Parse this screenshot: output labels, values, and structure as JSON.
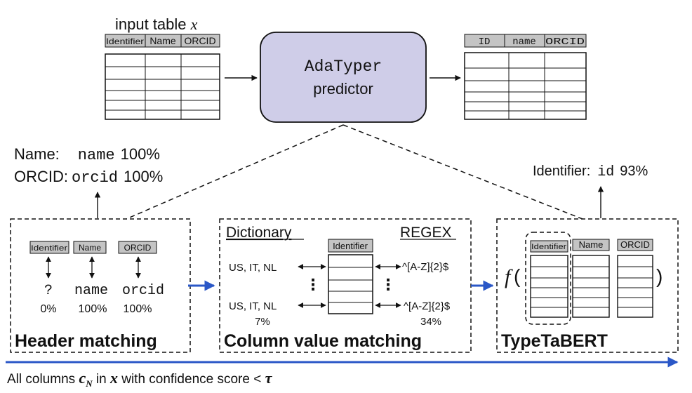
{
  "input_table": {
    "caption": "input table",
    "caption_var": "x",
    "headers": [
      "Identifier",
      "Name",
      "ORCID"
    ]
  },
  "predictor": {
    "name": "AdaTyper",
    "subtitle": "predictor"
  },
  "output_table": {
    "headers": [
      "ID",
      "name",
      "ORCID"
    ]
  },
  "header_result": {
    "name_label": "Name:",
    "name_type": "name",
    "name_score": "100%",
    "orcid_label": "ORCID:",
    "orcid_type": "orcid",
    "orcid_score": "100%"
  },
  "tabert_result": {
    "label": "Identifier:",
    "type": "id",
    "score": "93%"
  },
  "header_matching": {
    "title": "Header matching",
    "headers": [
      "Identifier",
      "Name",
      "ORCID"
    ],
    "types": [
      "?",
      "name",
      "orcid"
    ],
    "scores": [
      "0%",
      "100%",
      "100%"
    ]
  },
  "column_value_matching": {
    "title": "Column value matching",
    "dictionary_label": "Dictionary",
    "regex_label": "REGEX",
    "column_header": "Identifier",
    "dict_values_top": "US, IT, NL",
    "dict_values_bottom": "US, IT, NL",
    "dict_score": "7%",
    "regex_top": "^[A-Z]{2}$",
    "regex_bottom": "^[A-Z]{2}$",
    "regex_score": "34%",
    "ellipsis": "⋮"
  },
  "typetabert": {
    "title": "TypeTaBERT",
    "fn": "f",
    "open_paren": "(",
    "close_paren": ")",
    "headers": [
      "Identifier",
      "Name",
      "ORCID"
    ]
  },
  "footer": {
    "prefix": "All columns",
    "var_c": "c",
    "var_c_sub": "N",
    "middle": "in",
    "var_x": "x",
    "suffix": "with confidence score <",
    "tau": "τ"
  },
  "colors": {
    "predictor_fill": "#cfcde8",
    "header_fill": "#c4c4c4",
    "blue_arrow": "#2a57c7",
    "stroke": "#111111"
  }
}
